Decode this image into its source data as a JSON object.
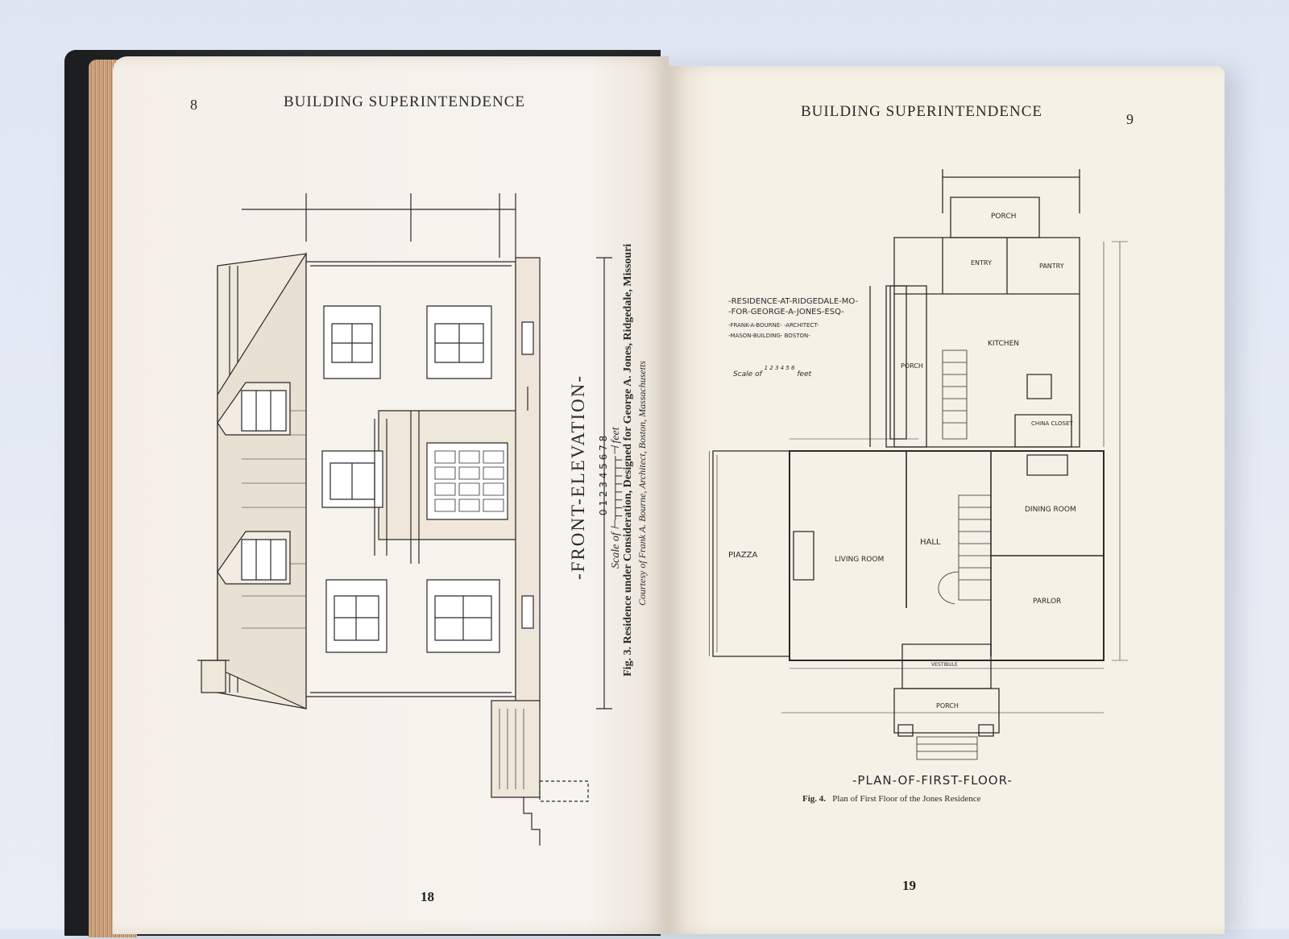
{
  "left_page": {
    "folio": "8",
    "running_head": "BUILDING SUPERINTENDENCE",
    "drawing_title": "-FRONT-ELEVATION-",
    "scale_numbers": "0 1 2 3 4 5 6 7 8",
    "scale_label": "Scale of",
    "scale_unit": "feet",
    "caption_fig": "Fig. 3.",
    "caption_text": "Residence under Consideration, Designed for George A. Jones, Ridgedale, Missouri",
    "caption_credit": "Courtesy of Frank A. Bourne, Architect, Boston, Massachusetts",
    "page_number": "18"
  },
  "right_page": {
    "folio": "9",
    "running_head": "BUILDING SUPERINTENDENCE",
    "title_block": {
      "line1": "-RESIDENCE-AT-RIDGEDALE-MO-",
      "line2": "-FOR-GEORGE-A-JONES-ESQ-",
      "line3": "-FRANK-A-BOURNE-   -ARCHITECT-",
      "line4": "-MASON-BUILDING-   BOSTON-",
      "scale_label": "Scale of",
      "scale_numbers": "1 2 3 4 5 6",
      "scale_unit": "feet"
    },
    "rooms": {
      "porch_top": "PORCH",
      "entry": "ENTRY",
      "pantry": "PANTRY",
      "kitchen": "KITCHEN",
      "porch_side": "PORCH",
      "china_closet": "CHINA CLOSET",
      "dining_room": "DINING ROOM",
      "hall": "HALL",
      "living_room": "LIVING ROOM",
      "piazza": "PIAZZA",
      "parlor": "PARLOR",
      "vestibule": "VESTIBULE",
      "porch_front": "PORCH"
    },
    "drawing_title": "-PLAN-OF-FIRST-FLOOR-",
    "caption_fig": "Fig. 4.",
    "caption_text": "Plan of First Floor of the Jones Residence",
    "page_number": "19"
  }
}
